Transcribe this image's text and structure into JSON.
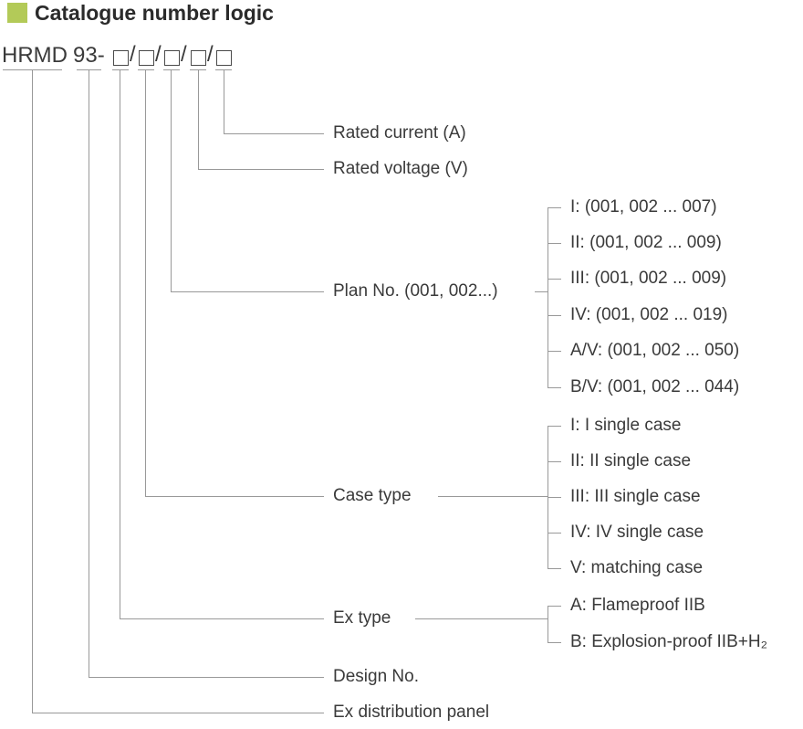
{
  "colors": {
    "accent": "#b3ca58",
    "line": "#999999",
    "text": "#3a3a3a"
  },
  "title": "Catalogue number logic",
  "code": {
    "prefix": "HRMD",
    "design_no": "93-",
    "separator": "/",
    "box_count": 5
  },
  "left_labels": {
    "rated_current": "Rated current (A)",
    "rated_voltage": "Rated voltage (V)",
    "plan_no": "Plan No. (001, 002...)",
    "case_type": "Case type",
    "ex_type": "Ex type",
    "design_no": "Design No.",
    "ex_panel": "Ex distribution panel"
  },
  "plan_options": [
    "I: (001, 002 ... 007)",
    "II: (001, 002 ... 009)",
    "III: (001, 002 ... 009)",
    "IV: (001, 002 ... 019)",
    "A/V: (001, 002 ... 050)",
    "B/V: (001, 002 ... 044)"
  ],
  "case_options": [
    "I: I single case",
    "II: II single case",
    "III: III single case",
    "IV: IV single case",
    "V: matching case"
  ],
  "ex_options": [
    "A: Flameproof IIB",
    "B: Explosion-proof IIB+H₂"
  ]
}
